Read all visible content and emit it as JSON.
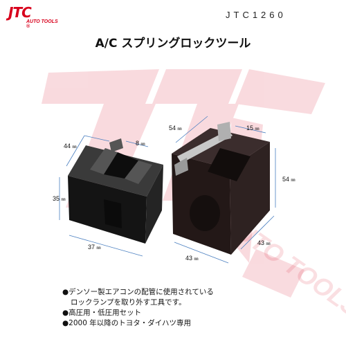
{
  "brand": {
    "logo_text": "JTC",
    "logo_sub": "AUTO TOOLS ®",
    "accent": "#d8001c"
  },
  "product_code": "JTC1260",
  "title": "A/C スプリングロックツール",
  "watermark": "JTC AUTO TOOLS",
  "dimensions": {
    "small_width": "44",
    "small_slot": "8",
    "small_height": "35",
    "small_depth": "37",
    "large_width": "54",
    "large_slot": "15",
    "large_height": "54",
    "large_depth_right": "43",
    "large_depth_front": "43",
    "unit": "㎜"
  },
  "bullets": [
    "●デンソー製エアコンの配管に使用されている",
    "ロックランプを取り外す工具です。",
    "●高圧用・低圧用セット",
    "●2000 年以降のトヨタ・ダイハツ専用"
  ]
}
